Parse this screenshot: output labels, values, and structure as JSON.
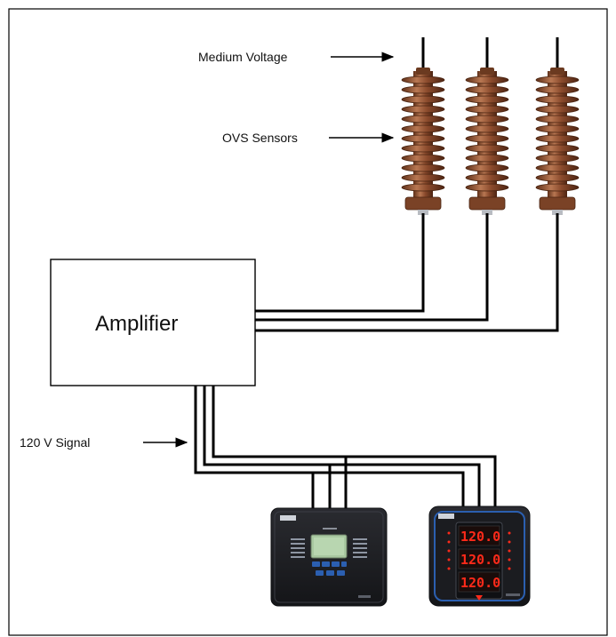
{
  "labels": {
    "medium_voltage": "Medium Voltage",
    "ovs_sensors": "OVS Sensors",
    "amplifier": "Amplifier",
    "signal": "120 V Signal"
  },
  "meters": {
    "right_meter_readings": [
      "120.0",
      "120.0",
      "120.0"
    ]
  },
  "colors": {
    "wire": "#000000",
    "insulator": "#8a4a2c",
    "insulator_dark": "#5e2f18",
    "insulator_light": "#b87752",
    "meter_body": "#1e1f23",
    "meter_accent": "#2b5fb0",
    "lcd": "#a8c8a0",
    "led": "#ff2a1a"
  },
  "icons": {
    "sensor": "insulator-icon",
    "relay": "protective-relay-icon",
    "meter": "power-meter-icon"
  }
}
